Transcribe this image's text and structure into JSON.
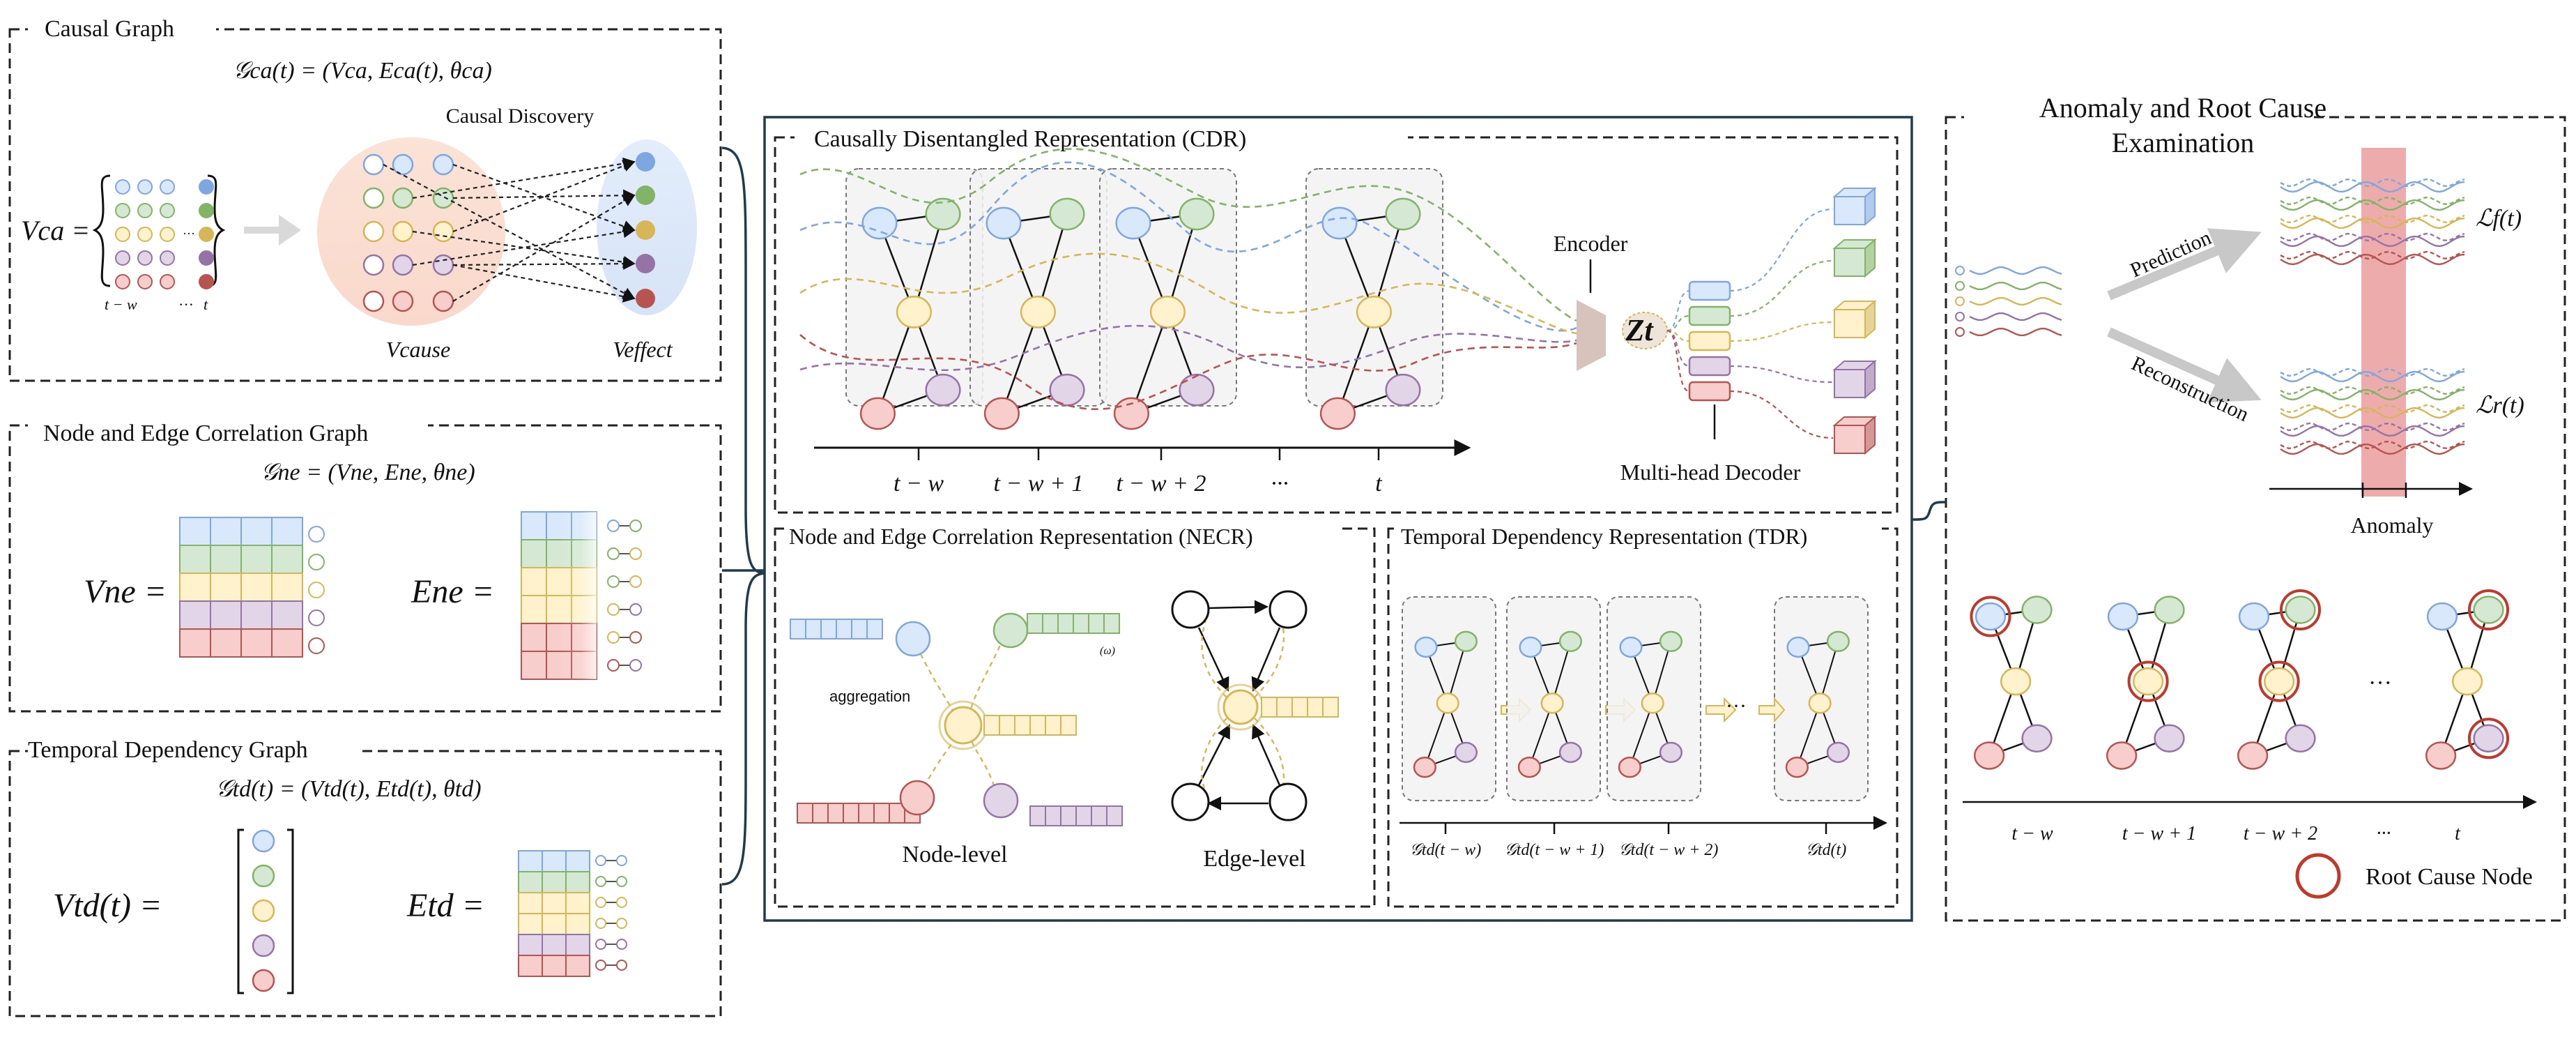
{
  "causal_graph": {
    "title": "Causal Graph",
    "formula": "𝒢ca(t) = (Vca, Eca(t), θca)",
    "discovery_label": "Causal Discovery",
    "vca_label": "Vca =",
    "axis_start": "t − w",
    "axis_dots": "···",
    "axis_end": "t",
    "dots": "···",
    "vcause_label": "Vcause",
    "veffect_label": "Veffect"
  },
  "ne_graph": {
    "title": "Node and Edge Correlation Graph",
    "formula": "𝒢ne = (Vne, Ene, θne)",
    "vne_label": "Vne =",
    "ene_label": "Ene ="
  },
  "td_graph": {
    "title": "Temporal Dependency Graph",
    "formula": "𝒢td(t) = (Vtd(t), Etd(t), θtd)",
    "vtd_label": "Vtd(t) =",
    "etd_label": "Etd ="
  },
  "cdr": {
    "title": "Causally Disentangled Representation (CDR)",
    "ticks": [
      "t − w",
      "t − w + 1",
      "t − w + 2",
      "···",
      "t"
    ],
    "encoder_label": "Encoder",
    "latent_label": "Zt",
    "decoder_label": "Multi-head Decoder"
  },
  "necr": {
    "title": "Node and Edge Correlation Representation (NECR)",
    "aggregation_label": "aggregation",
    "omega_label": "(ω)",
    "node_level_label": "Node-level",
    "edge_level_label": "Edge-level"
  },
  "tdr": {
    "title": "Temporal Dependency  Representation (TDR)",
    "dots": "···",
    "ticks": [
      "𝒢td(t − w)",
      "𝒢td(t − w + 1)",
      "𝒢td(t − w + 2)",
      "𝒢td(t)"
    ]
  },
  "arce": {
    "title_line1": "Anomaly and Root Cause",
    "title_line2": "Examination",
    "prediction_label": "Prediction",
    "reconstruction_label": "Reconstruction",
    "loss_f": "ℒf(t)",
    "loss_r": "ℒr(t)",
    "anomaly_label": "Anomaly",
    "ticks": [
      "t − w",
      "t − w + 1",
      "t − w + 2",
      "···",
      "t"
    ],
    "dots": "···",
    "legend_label": "Root Cause Node"
  },
  "colors": {
    "blue": "#7ea6e0",
    "blue_fill": "#dae8fc",
    "green": "#82b366",
    "green_fill": "#d5e8d4",
    "yellow": "#d6b656",
    "yellow_fill": "#fff2cc",
    "purple": "#9673a6",
    "purple_fill": "#e1d5e7",
    "red": "#b85450",
    "red_fill": "#f8cecc",
    "root_cause": "#c0392b",
    "anomaly_band": "#e06666"
  }
}
